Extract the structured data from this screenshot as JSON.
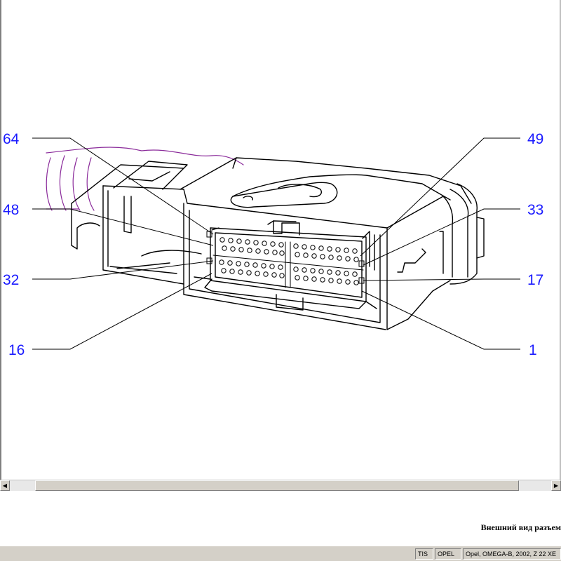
{
  "diagram": {
    "pin_labels": {
      "p64": "64",
      "p48": "48",
      "p32": "32",
      "p16": "16",
      "p49": "49",
      "p33": "33",
      "p17": "17",
      "p1": "1"
    }
  },
  "caption": "Внешний вид разъем",
  "statusbar": {
    "app": "TIS",
    "brand": "OPEL",
    "vehicle": "Opel, OMEGA-B, 2002, Z 22 XE"
  },
  "scrollbar": {
    "left_icon": "arrow-left-icon",
    "right_icon": "arrow-right-icon"
  },
  "colors": {
    "label": "#1a1aff",
    "wire": "#8a2a9a",
    "line": "#000000",
    "statusbar": "#d4d0c8"
  }
}
